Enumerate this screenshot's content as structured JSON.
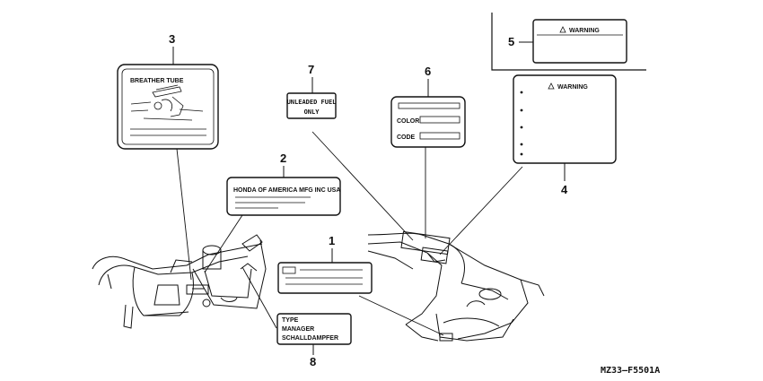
{
  "callouts": {
    "c1": "1",
    "c2": "2",
    "c3": "3",
    "c4": "4",
    "c5": "5",
    "c6": "6",
    "c7": "7",
    "c8": "8"
  },
  "labels": {
    "breather_tube": "BREATHER TUBE",
    "honda_mfg": "HONDA OF AMERICA MFG INC  USA",
    "unleaded_line1": "UNLEADED FUEL",
    "unleaded_line2": "ONLY",
    "color": "COLOR",
    "code": "CODE",
    "warning_top": "WARNING",
    "warning_side": "WARNING",
    "type": "TYPE",
    "manager": "MANAGER",
    "schalldampfer": "SCHALLDAMPFER"
  },
  "diagram_code": "MZ33–F5501A"
}
